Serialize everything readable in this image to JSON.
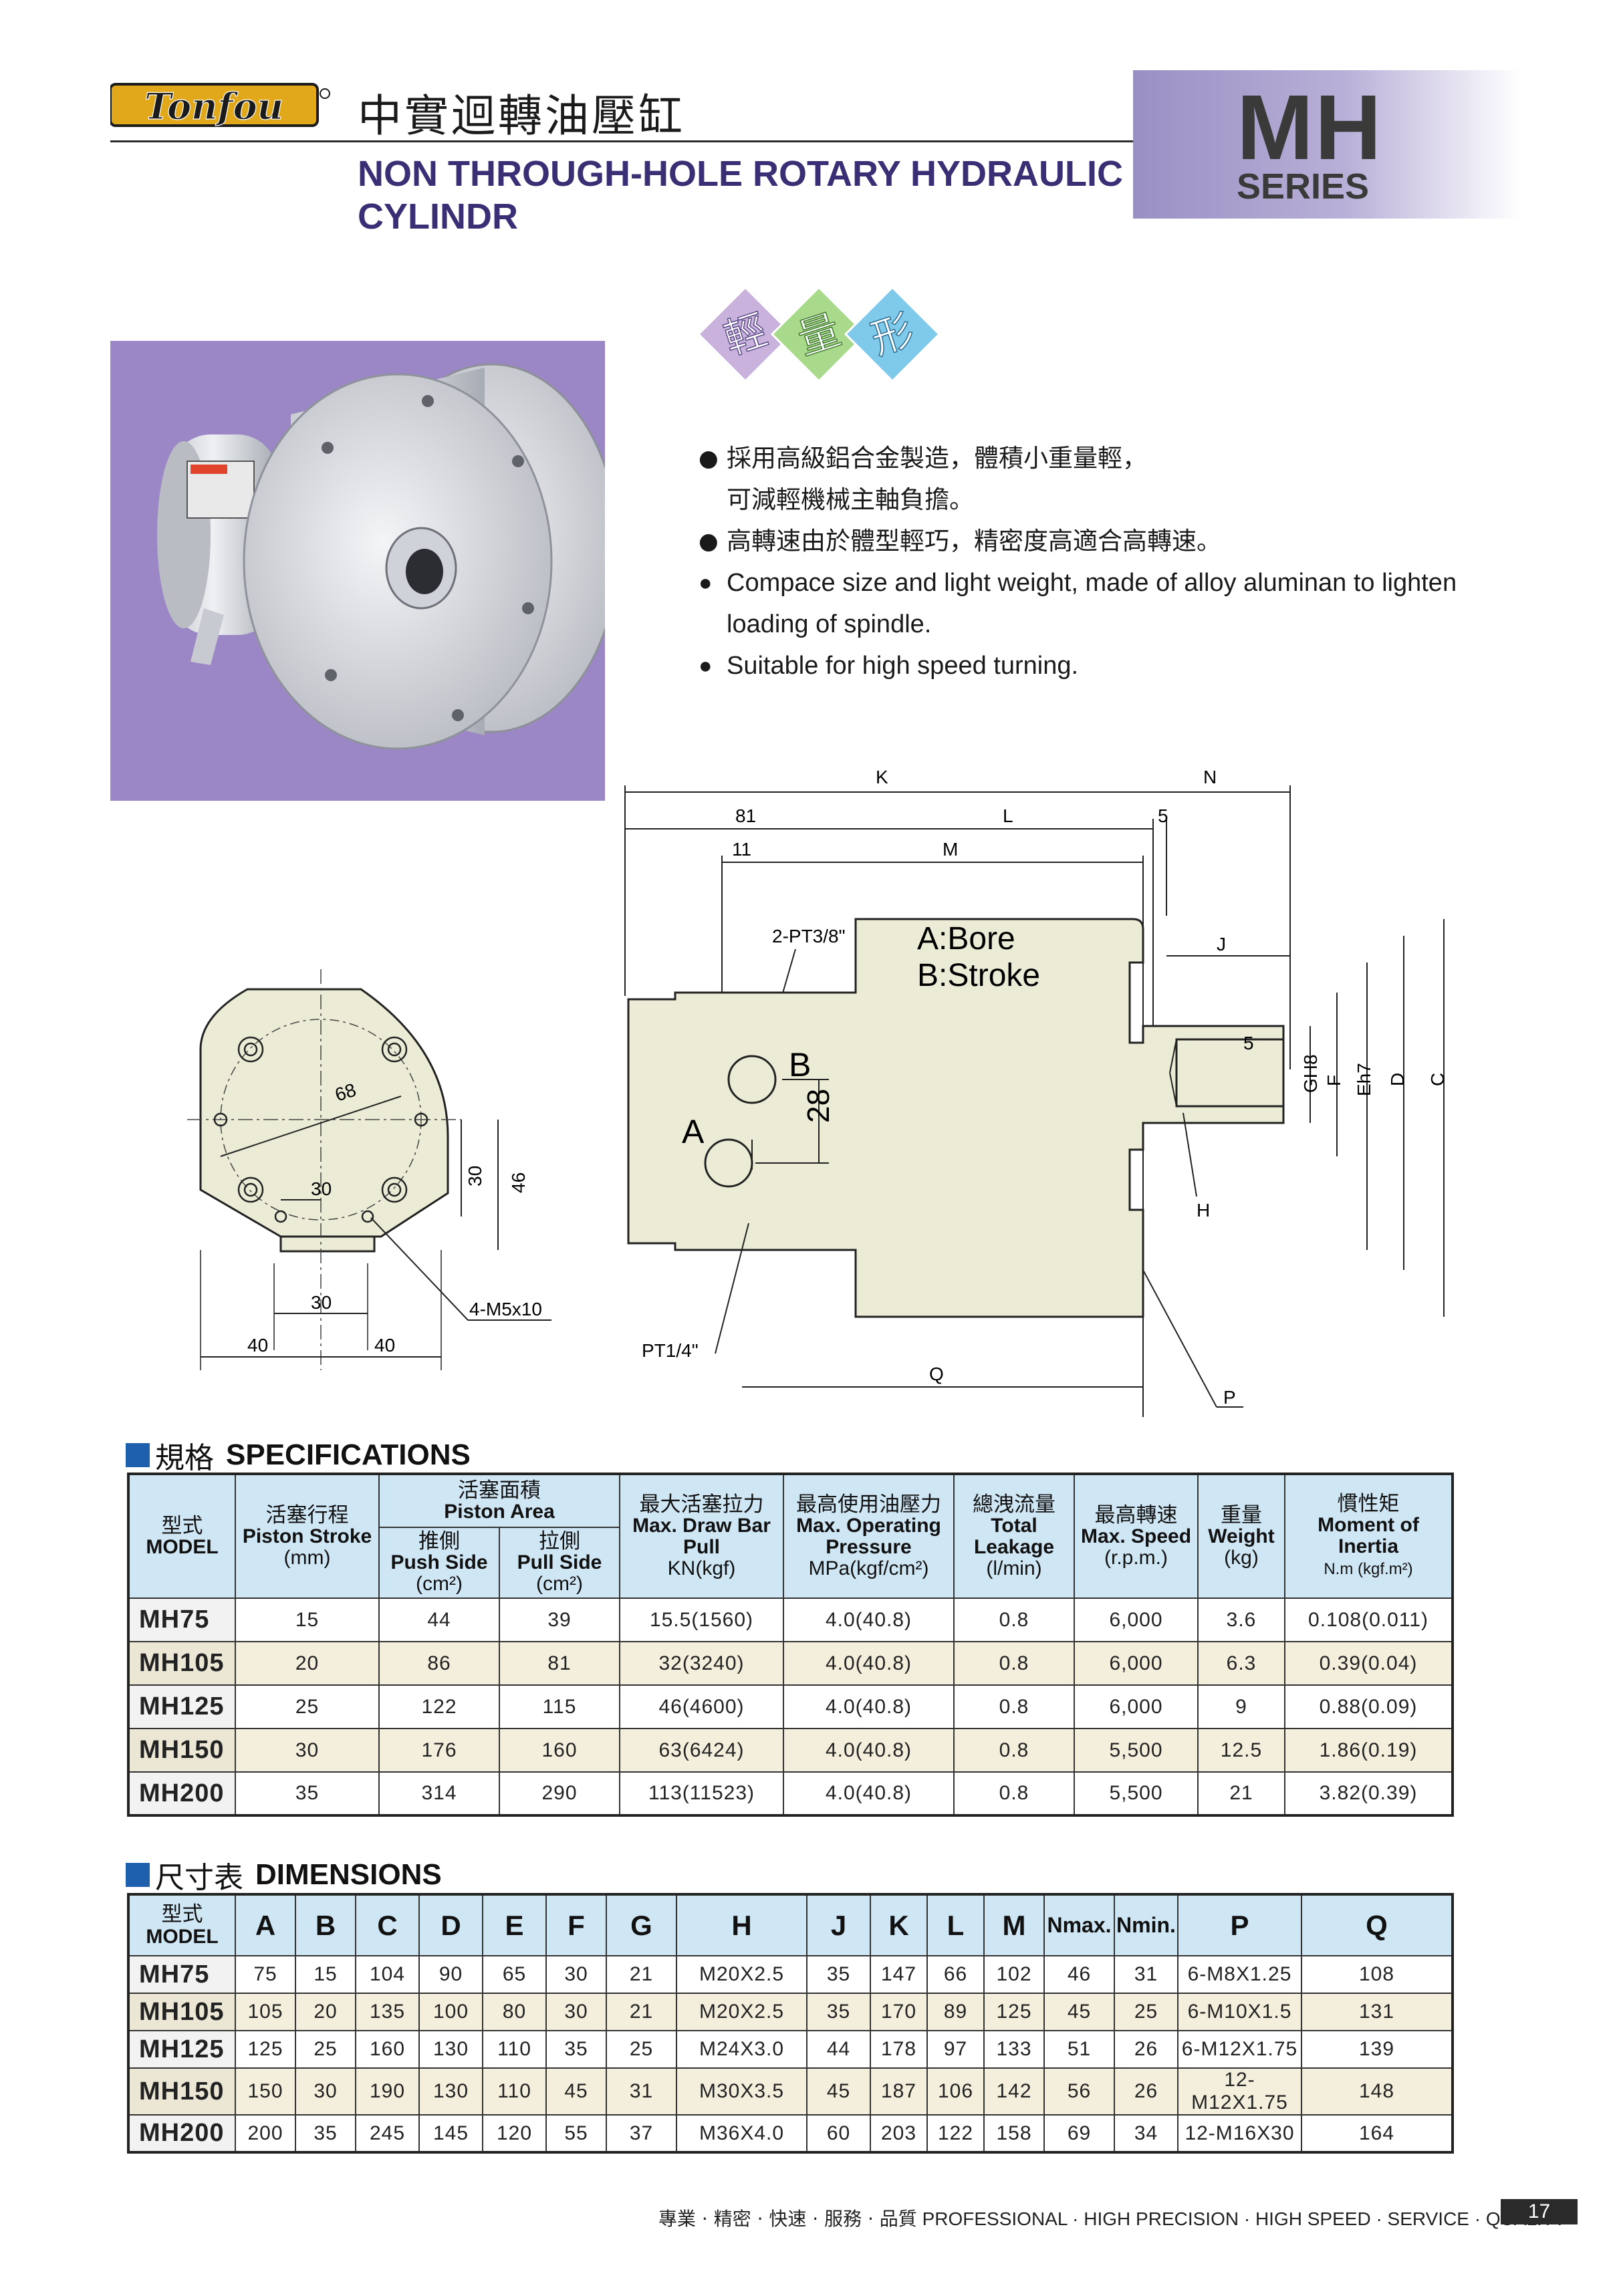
{
  "header": {
    "brand": "Tonfou",
    "title_cn": "中實迴轉油壓缸",
    "title_en": "NON THROUGH-HOLE ROTARY HYDRAULIC CYLINDR",
    "series_code": "MH",
    "series_word": "SERIES"
  },
  "badges": [
    "輕",
    "量",
    "形"
  ],
  "features": [
    {
      "text": "採用高級鋁合金製造，體積小重量輕，",
      "cn": true
    },
    {
      "text": "可減輕機械主軸負擔。",
      "cn": true,
      "indent": true
    },
    {
      "text": "高轉速由於體型輕巧，精密度高適合高轉速。",
      "cn": true
    },
    {
      "text": "Compace size and light weight, made of alloy aluminan to lighten",
      "cn": false
    },
    {
      "text": "loading of spindle.",
      "cn": false,
      "indent": true
    },
    {
      "text": "Suitable for high speed turning.",
      "cn": false
    }
  ],
  "drawing": {
    "front": {
      "d68": "68",
      "d30a": "30",
      "d30b": "30",
      "d46": "46",
      "d30c": "30",
      "d40a": "40",
      "d40b": "40",
      "thread": "4-M5x10"
    },
    "side": {
      "K": "K",
      "N": "N",
      "d81": "81",
      "L": "L",
      "d5a": "5",
      "d11": "11",
      "M": "M",
      "port1": "2-PT3/8\"",
      "bore": "A:Bore",
      "stroke": "B:Stroke",
      "J": "J",
      "d5b": "5",
      "B": "B",
      "A": "A",
      "d28": "28",
      "GH8": "GH8",
      "F": "F",
      "Eh7": "Eh7",
      "D": "D",
      "C": "C",
      "H": "H",
      "port2": "PT1/4\"",
      "Q": "Q",
      "P": "P"
    }
  },
  "spec": {
    "title_cn": "規格",
    "title_en": "SPECIFICATIONS",
    "headers": {
      "model_cn": "型式",
      "model_en": "MODEL",
      "stroke_cn": "活塞行程",
      "stroke_en": "Piston Stroke",
      "stroke_unit": "(mm)",
      "area_cn": "活塞面積",
      "area_en": "Piston Area",
      "push_cn": "推側",
      "push_en": "Push Side",
      "push_unit": "(cm²)",
      "pull_cn": "拉側",
      "pull_en": "Pull Side",
      "pull_unit": "(cm²)",
      "draw_cn": "最大活塞拉力",
      "draw_en": "Max. Draw Bar Pull",
      "draw_unit": "KN(kgf)",
      "press_cn": "最高使用油壓力",
      "press_en": "Max. Operating Pressure",
      "press_unit": "MPa(kgf/cm²)",
      "leak_cn": "總洩流量",
      "leak_en": "Total Leakage",
      "leak_unit": "(l/min)",
      "speed_cn": "最高轉速",
      "speed_en": "Max. Speed",
      "speed_unit": "(r.p.m.)",
      "weight_cn": "重量",
      "weight_en": "Weight",
      "weight_unit": "(kg)",
      "inertia_cn": "慣性矩",
      "inertia_en": "Moment of Inertia",
      "inertia_unit": "N.m (kgf.m²)"
    },
    "rows": [
      [
        "MH75",
        "15",
        "44",
        "39",
        "15.5(1560)",
        "4.0(40.8)",
        "0.8",
        "6,000",
        "3.6",
        "0.108(0.011)"
      ],
      [
        "MH105",
        "20",
        "86",
        "81",
        "32(3240)",
        "4.0(40.8)",
        "0.8",
        "6,000",
        "6.3",
        "0.39(0.04)"
      ],
      [
        "MH125",
        "25",
        "122",
        "115",
        "46(4600)",
        "4.0(40.8)",
        "0.8",
        "6,000",
        "9",
        "0.88(0.09)"
      ],
      [
        "MH150",
        "30",
        "176",
        "160",
        "63(6424)",
        "4.0(40.8)",
        "0.8",
        "5,500",
        "12.5",
        "1.86(0.19)"
      ],
      [
        "MH200",
        "35",
        "314",
        "290",
        "113(11523)",
        "4.0(40.8)",
        "0.8",
        "5,500",
        "21",
        "3.82(0.39)"
      ]
    ]
  },
  "dimensions": {
    "title_cn": "尺寸表",
    "title_en": "DIMENSIONS",
    "model_cn": "型式",
    "model_en": "MODEL",
    "columns": [
      "A",
      "B",
      "C",
      "D",
      "E",
      "F",
      "G",
      "H",
      "J",
      "K",
      "L",
      "M",
      "Nmax.",
      "Nmin.",
      "P",
      "Q"
    ],
    "rows": [
      [
        "MH75",
        "75",
        "15",
        "104",
        "90",
        "65",
        "30",
        "21",
        "M20X2.5",
        "35",
        "147",
        "66",
        "102",
        "46",
        "31",
        "6-M8X1.25",
        "108"
      ],
      [
        "MH105",
        "105",
        "20",
        "135",
        "100",
        "80",
        "30",
        "21",
        "M20X2.5",
        "35",
        "170",
        "89",
        "125",
        "45",
        "25",
        "6-M10X1.5",
        "131"
      ],
      [
        "MH125",
        "125",
        "25",
        "160",
        "130",
        "110",
        "35",
        "25",
        "M24X3.0",
        "44",
        "178",
        "97",
        "133",
        "51",
        "26",
        "6-M12X1.75",
        "139"
      ],
      [
        "MH150",
        "150",
        "30",
        "190",
        "130",
        "110",
        "45",
        "31",
        "M30X3.5",
        "45",
        "187",
        "106",
        "142",
        "56",
        "26",
        "12-M12X1.75",
        "148"
      ],
      [
        "MH200",
        "200",
        "35",
        "245",
        "145",
        "120",
        "55",
        "37",
        "M36X4.0",
        "60",
        "203",
        "122",
        "158",
        "69",
        "34",
        "12-M16X30",
        "164"
      ]
    ]
  },
  "footer": {
    "cn": "專業 · 精密 · 快速 · 服務 · 品質",
    "en": "PROFESSIONAL · HIGH PRECISION · HIGH SPEED · SERVICE · QUALITY",
    "page": "17"
  },
  "colors": {
    "accent": "#3a2f75",
    "series_bg": "#9a8fc3",
    "photo_bg": "#9c87c6",
    "table_head": "#cfe6f4",
    "table_alt": "#f4efdd",
    "drawing_fill": "#ecebd6",
    "section_square": "#1e5fae"
  }
}
